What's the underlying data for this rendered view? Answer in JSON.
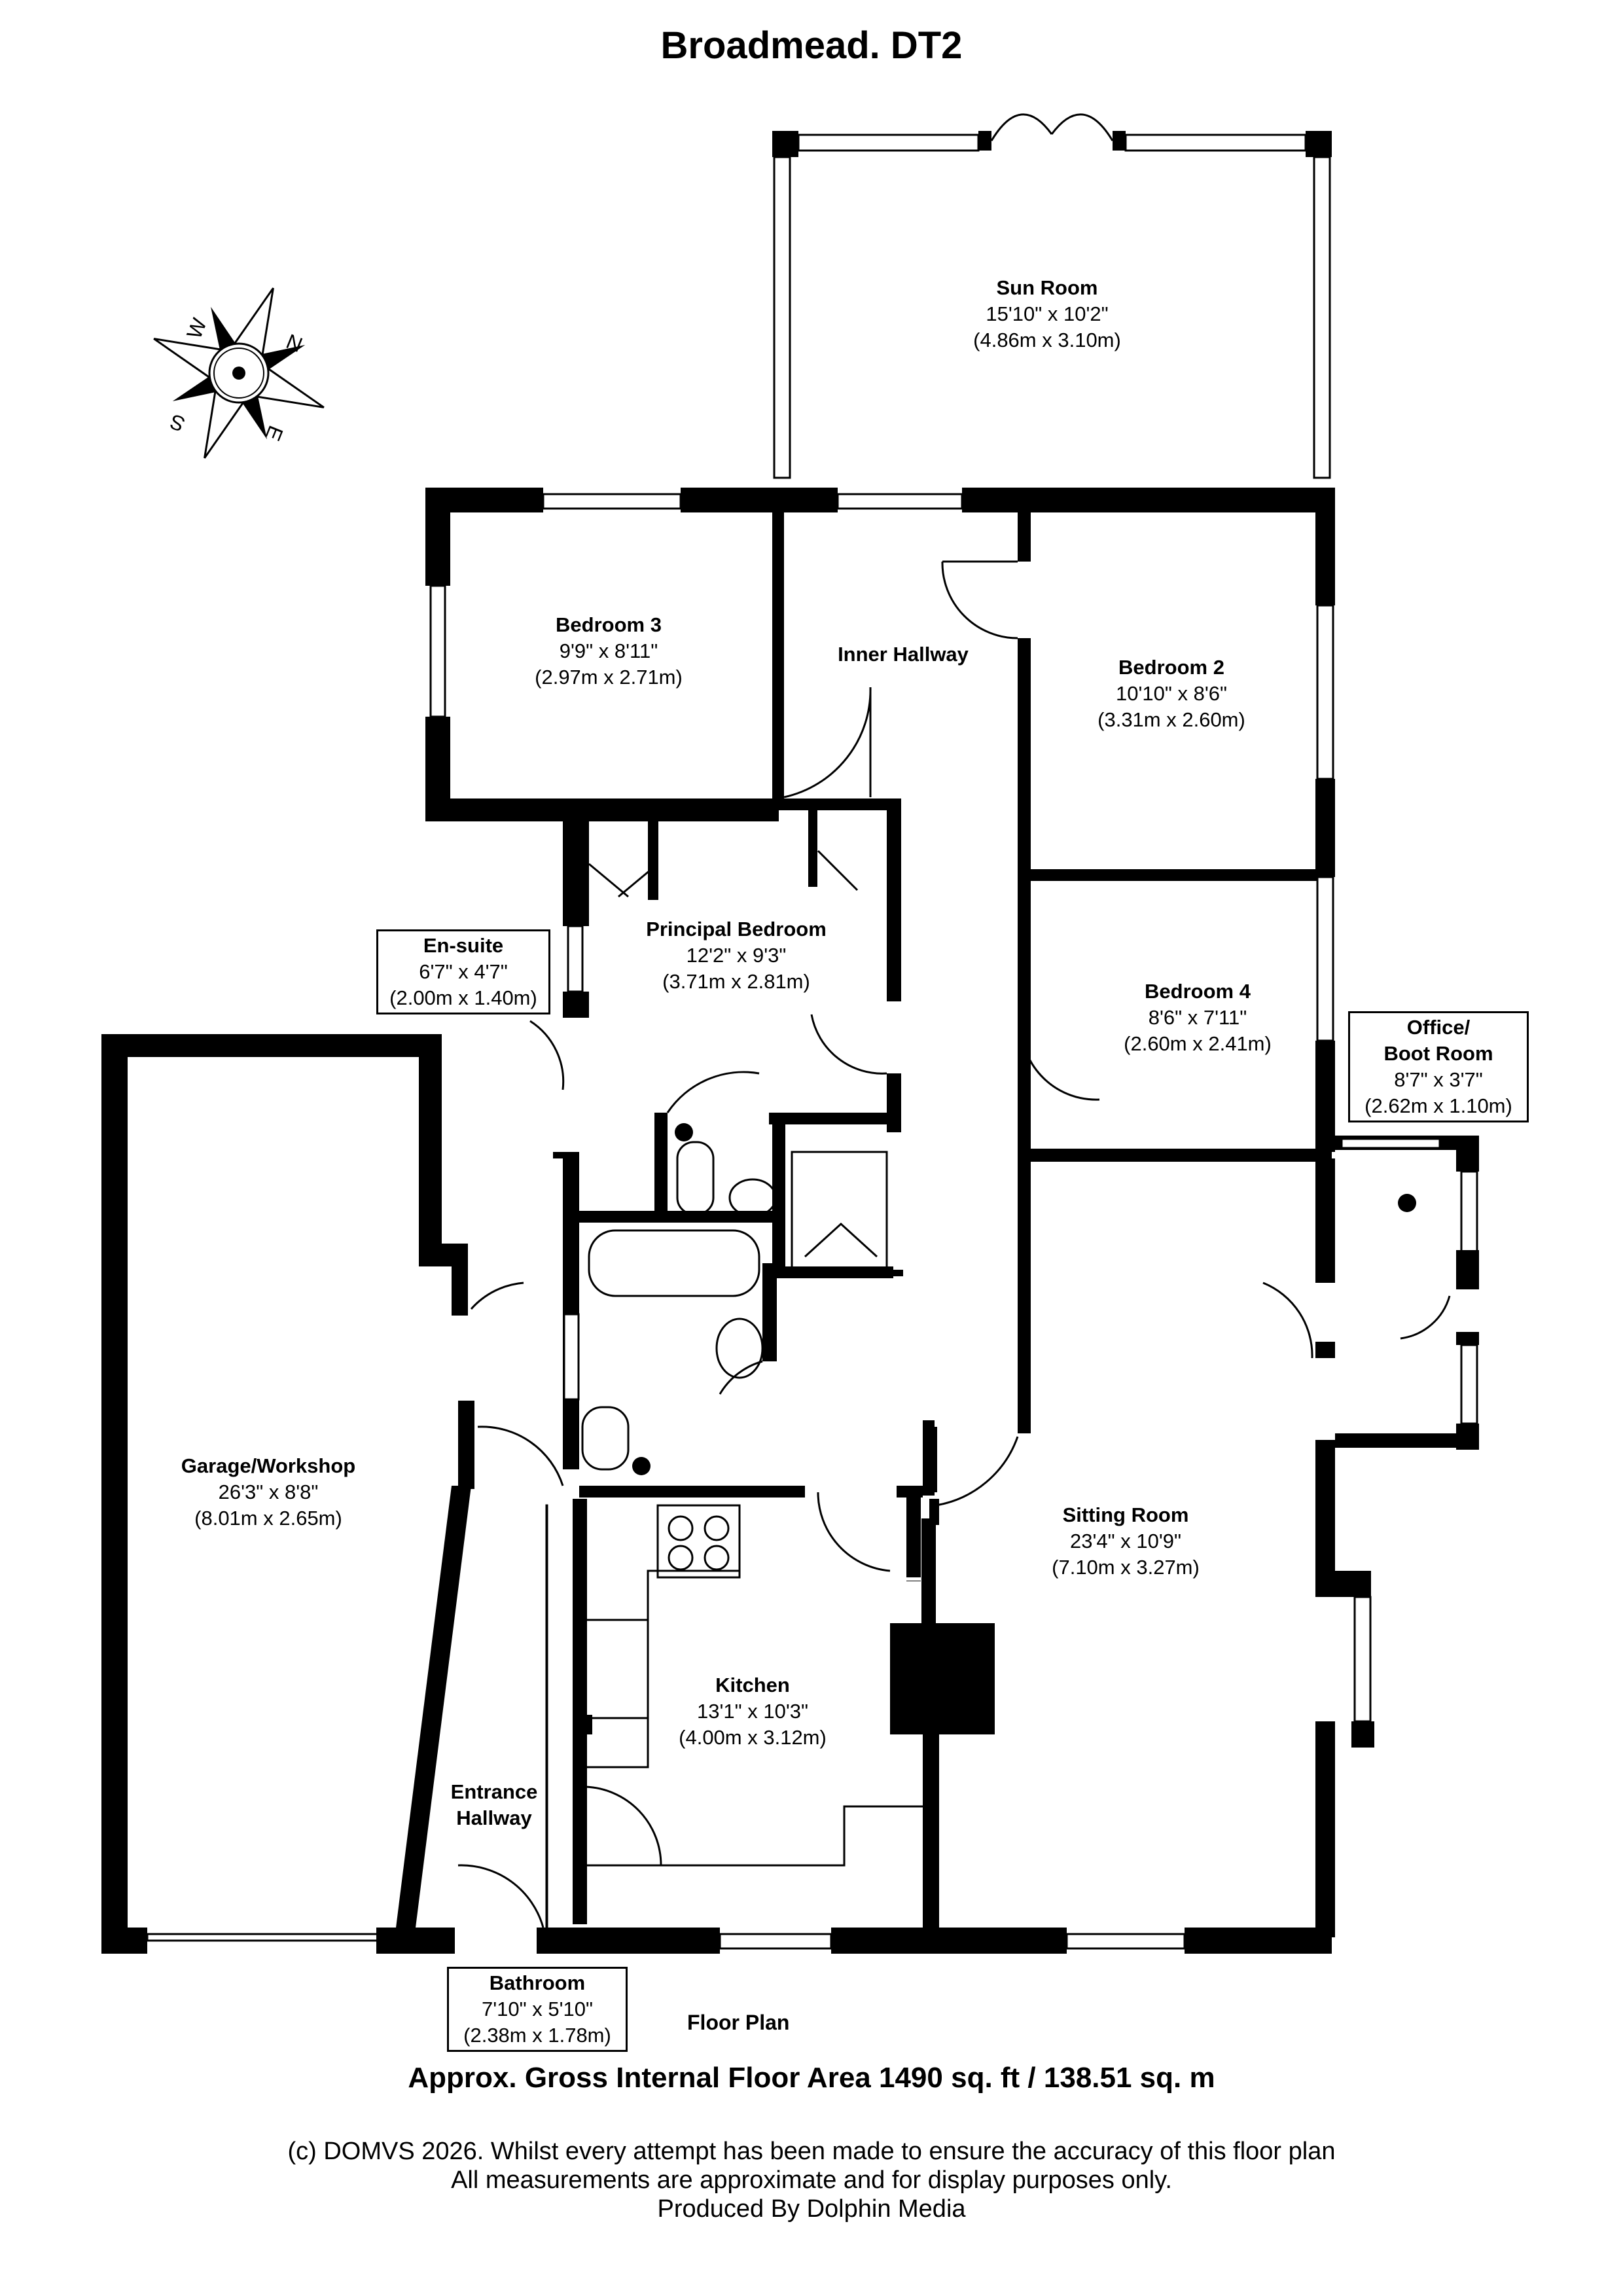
{
  "title": "Broadmead. DT2",
  "compass": {
    "letters": {
      "n": "N",
      "e": "E",
      "s": "S",
      "w": "W"
    }
  },
  "rooms": {
    "sun_room": {
      "name": "Sun Room",
      "imperial": "15'10\" x 10'2\"",
      "metric": "(4.86m x 3.10m)"
    },
    "bedroom_3": {
      "name": "Bedroom 3",
      "imperial": "9'9\" x 8'11\"",
      "metric": "(2.97m x 2.71m)"
    },
    "inner_hallway": {
      "name": "Inner Hallway"
    },
    "bedroom_2": {
      "name": "Bedroom 2",
      "imperial": "10'10\" x 8'6\"",
      "metric": "(3.31m x 2.60m)"
    },
    "en_suite": {
      "name": "En-suite",
      "imperial": "6'7\" x 4'7\"",
      "metric": "(2.00m x 1.40m)"
    },
    "principal_bedroom": {
      "name": "Principal Bedroom",
      "imperial": "12'2\" x 9'3\"",
      "metric": "(3.71m x 2.81m)"
    },
    "bedroom_4": {
      "name": "Bedroom 4",
      "imperial": "8'6\" x 7'11\"",
      "metric": "(2.60m x 2.41m)"
    },
    "office": {
      "name_line1": "Office/",
      "name_line2": "Boot Room",
      "imperial": "8'7\" x 3'7\"",
      "metric": "(2.62m x 1.10m)"
    },
    "garage": {
      "name": "Garage/Workshop",
      "imperial": "26'3\" x 8'8\"",
      "metric": "(8.01m x 2.65m)"
    },
    "sitting_room": {
      "name": "Sitting Room",
      "imperial": "23'4\" x 10'9\"",
      "metric": "(7.10m x 3.27m)"
    },
    "kitchen": {
      "name": "Kitchen",
      "imperial": "13'1\" x 10'3\"",
      "metric": "(4.00m x 3.12m)"
    },
    "entrance_hallway": {
      "name_line1": "Entrance",
      "name_line2": "Hallway"
    },
    "bathroom": {
      "name": "Bathroom",
      "imperial": "7'10\" x 5'10\"",
      "metric": "(2.38m x 1.78m)"
    }
  },
  "floor_label": "Floor Plan",
  "area_text": "Approx. Gross Internal Floor Area 1490 sq. ft / 138.51 sq. m",
  "disclaimer": [
    "(c) DOMVS 2026. Whilst every attempt has been made to ensure the accuracy of this floor plan",
    "All measurements are approximate and for display purposes only.",
    "Produced By Dolphin Media"
  ]
}
